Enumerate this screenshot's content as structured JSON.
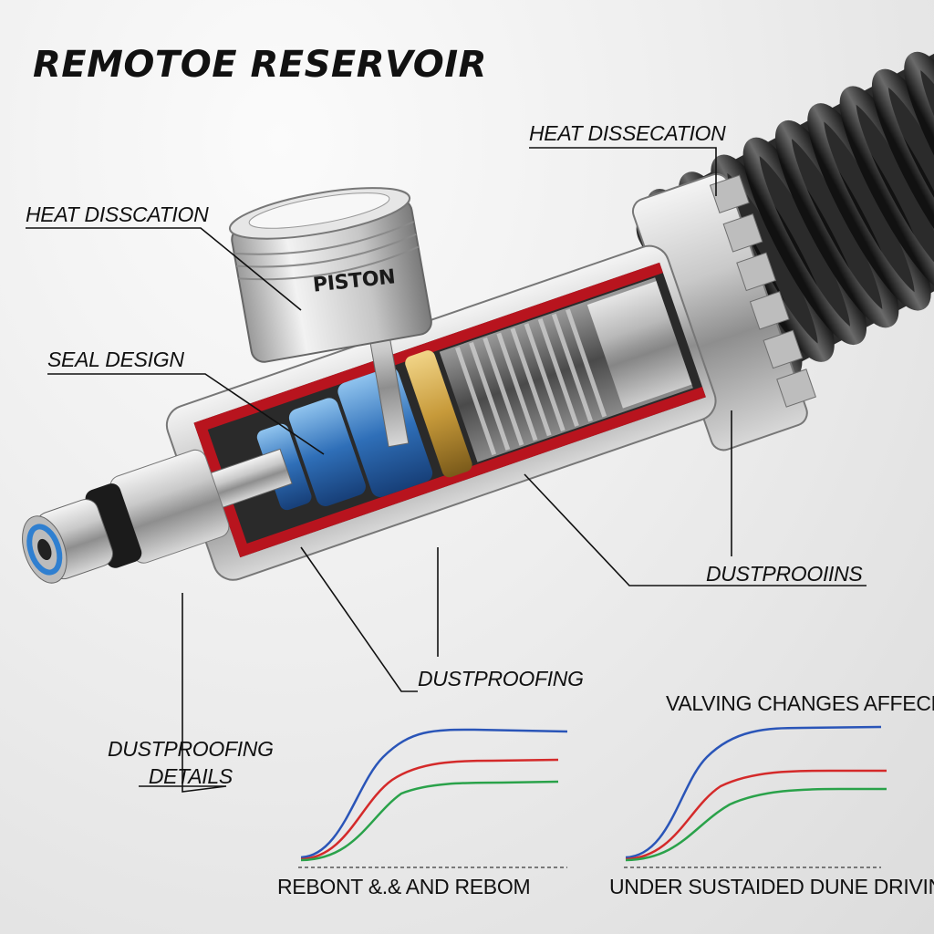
{
  "title": "REMOTOE RESERVOIR",
  "labels": {
    "heat_left": "HEAT DISSCATION",
    "heat_right": "HEAT DISSECATION",
    "seal": "SEAL DESIGN",
    "dust_right": "DUSTPROOIINS",
    "dust_center": "DUSTPROOFING",
    "dust_details_line1": "DUSTPROOFING",
    "dust_details_line2": "DETAILS",
    "piston": "PISTON"
  },
  "charts": {
    "left_caption": "REBONT &.& AND REBOM",
    "right_title": "VALVING CHANGES AFFECE",
    "right_caption": "UNDER SUSTAIDED DUNE DRIVING"
  },
  "colors": {
    "blue_curve": "#2a55b8",
    "red_curve": "#d42a2a",
    "green_curve": "#2aa24a",
    "cutaway_red": "#b8141e",
    "anodized_blue": "#2f6fb8",
    "bronze": "#c79a3a"
  }
}
